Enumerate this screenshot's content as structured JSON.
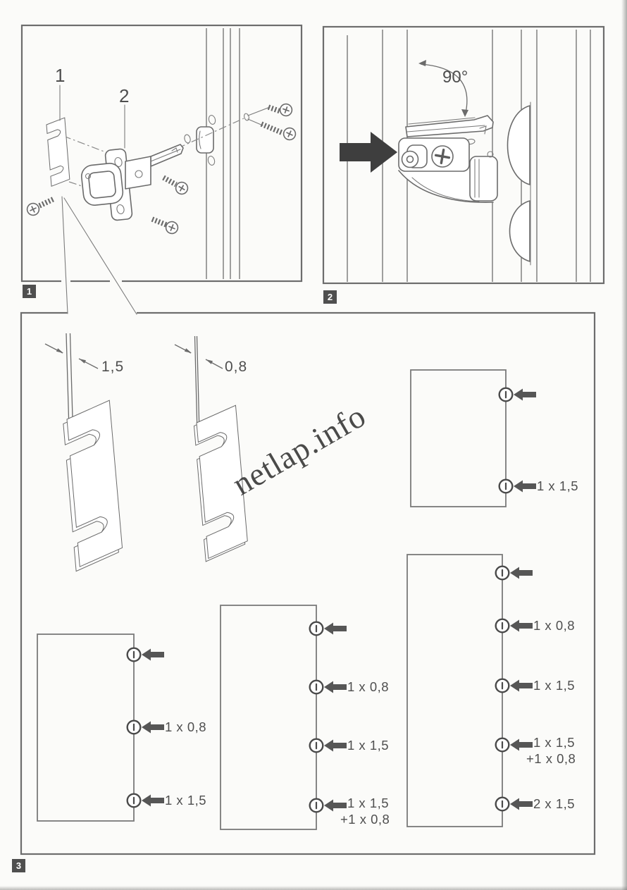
{
  "page": {
    "watermark_text": "netlap.info"
  },
  "colors": {
    "paper": "#fbfbf9",
    "line": "#6b6b6b",
    "text": "#4a4a4a",
    "arrow": "#565656",
    "black_arrow": "#3e3e3e",
    "badge_bg": "#4f4f4f",
    "badge_text": "#ffffff",
    "watermark": "#3b3b3b"
  },
  "figure1": {
    "badge": "1",
    "part1_label": "1",
    "part2_label": "2"
  },
  "figure2": {
    "badge": "2",
    "angle_label": "90°"
  },
  "figure3": {
    "badge": "3",
    "shims": [
      {
        "name": "shim-1.5mm",
        "thickness_label": "1,5"
      },
      {
        "name": "shim-0.8mm",
        "thickness_label": "0,8"
      }
    ],
    "doors": [
      {
        "name": "door-2-hinges",
        "hinges": [
          {
            "label": ""
          },
          {
            "label": "1 x 1,5"
          }
        ]
      },
      {
        "name": "door-3-hinges",
        "hinges": [
          {
            "label": ""
          },
          {
            "label": "1 x 0,8"
          },
          {
            "label": "1 x 1,5"
          }
        ]
      },
      {
        "name": "door-4-hinges",
        "hinges": [
          {
            "label": ""
          },
          {
            "label": "1 x 0,8"
          },
          {
            "label": "1 x 1,5"
          },
          {
            "label": "1 x 1,5",
            "label2": "+1 x 0,8"
          }
        ]
      },
      {
        "name": "door-5-hinges",
        "hinges": [
          {
            "label": ""
          },
          {
            "label": "1 x 0,8"
          },
          {
            "label": "1 x 1,5"
          },
          {
            "label": "1 x 1,5",
            "label2": "+1 x 0,8"
          },
          {
            "label": "2 x 1,5"
          }
        ]
      }
    ]
  }
}
